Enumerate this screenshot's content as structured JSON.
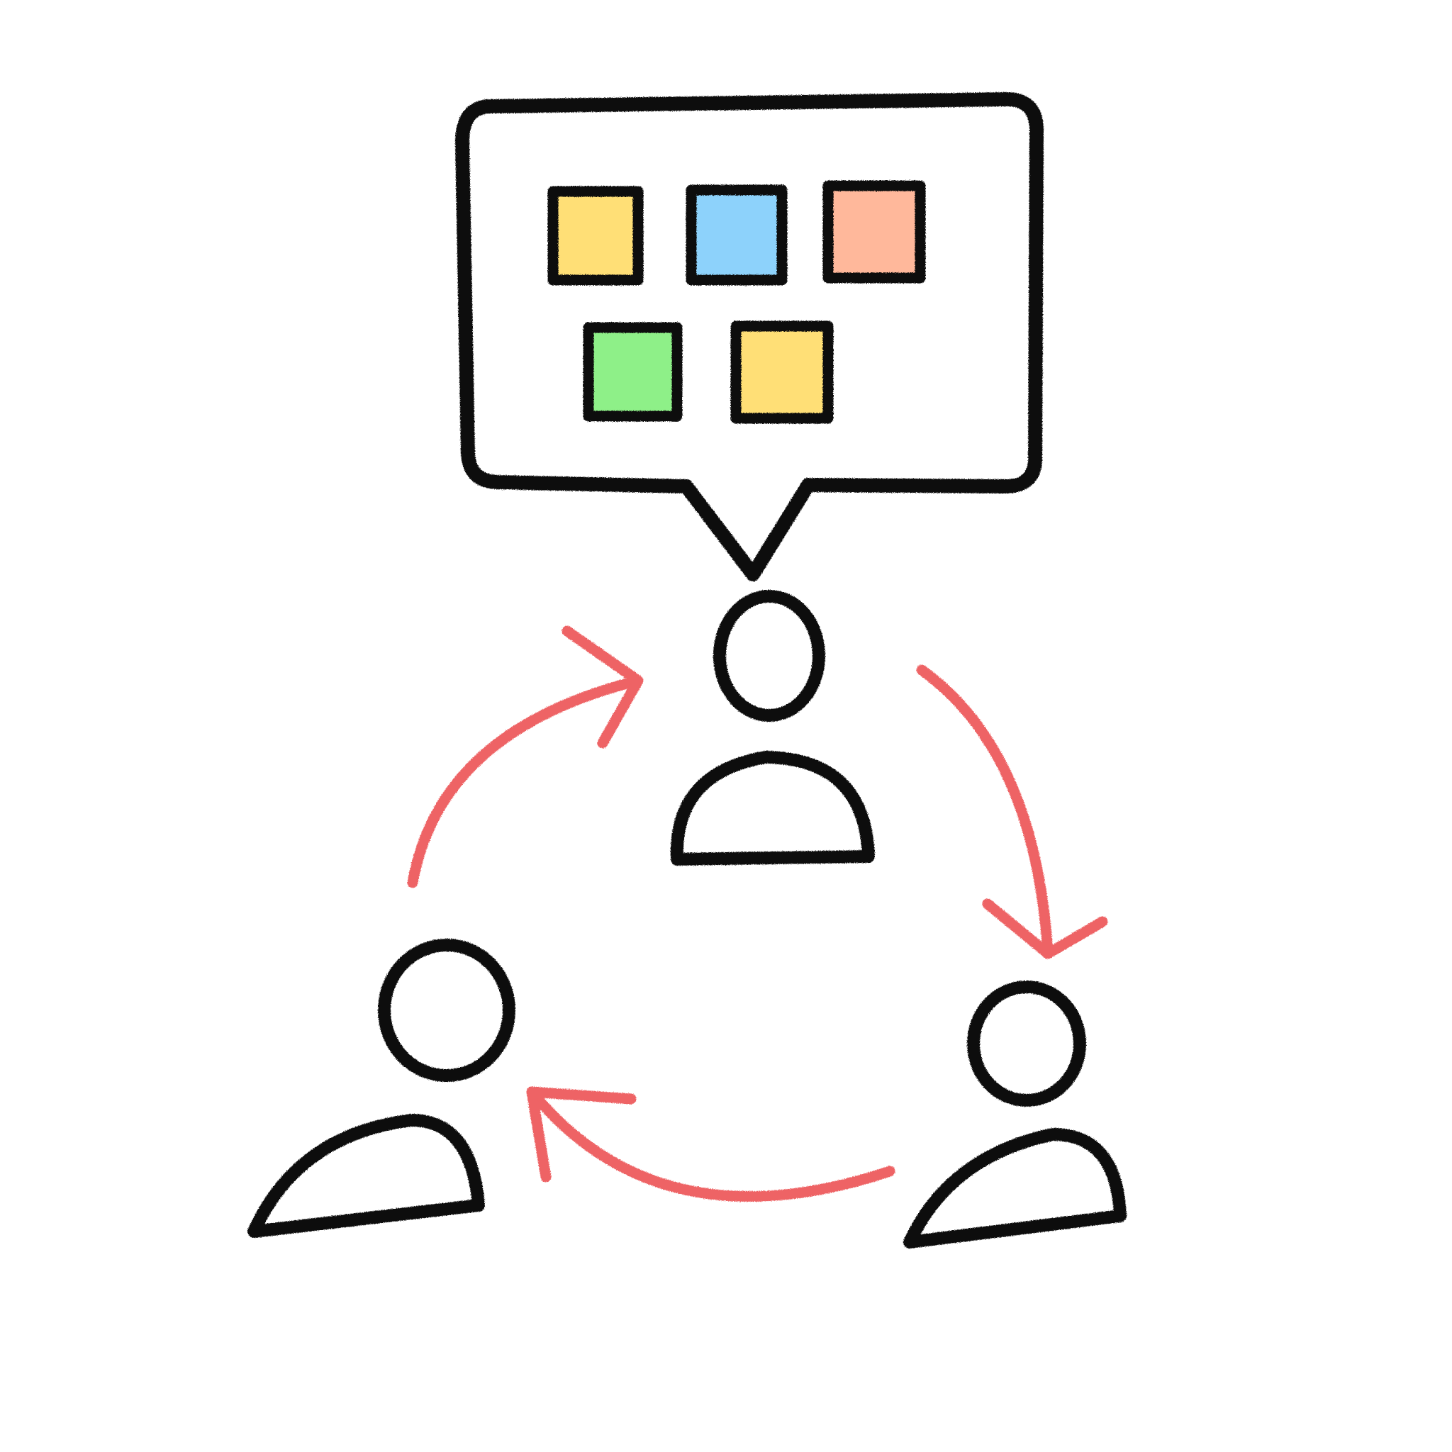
{
  "colors": {
    "ink": "#111111",
    "arrow": "#ee6465",
    "background": "#ffffff"
  },
  "speech_bubble": {
    "icon": "speech-bubble-icon",
    "notes": [
      {
        "id": "note-1",
        "color": "#ffdf76"
      },
      {
        "id": "note-2",
        "color": "#8dd2fb"
      },
      {
        "id": "note-3",
        "color": "#ffb89b"
      },
      {
        "id": "note-4",
        "color": "#8ef088"
      },
      {
        "id": "note-5",
        "color": "#ffdf76"
      }
    ]
  },
  "people": [
    {
      "id": "top",
      "icon": "person-icon"
    },
    {
      "id": "bottom-left",
      "icon": "person-icon"
    },
    {
      "id": "bottom-right",
      "icon": "person-icon"
    }
  ],
  "arrows": [
    {
      "id": "left-to-top",
      "icon": "curved-arrow-icon"
    },
    {
      "id": "top-to-right",
      "icon": "curved-arrow-icon"
    },
    {
      "id": "right-to-left",
      "icon": "curved-arrow-icon"
    }
  ]
}
